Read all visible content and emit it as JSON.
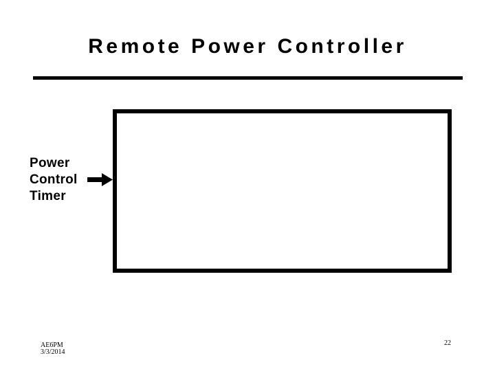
{
  "slide": {
    "title": "Remote Power Controller",
    "diagram": {
      "input_label": {
        "lines": [
          "Power",
          "Control",
          "Timer"
        ]
      },
      "arrow_icon": "right-block-arrow",
      "box_content": ""
    },
    "footer": {
      "callsign": "AE6PM",
      "date": "3/3/2014"
    },
    "page_number": "22"
  },
  "colors": {
    "ink": "#000000",
    "background": "#ffffff"
  }
}
